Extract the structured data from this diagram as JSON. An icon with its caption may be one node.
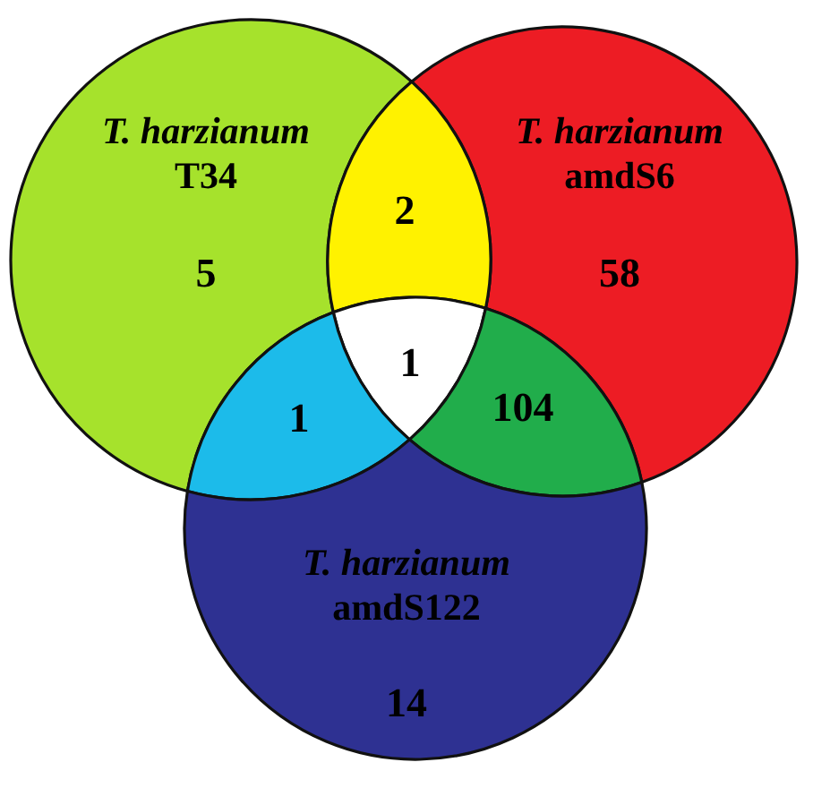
{
  "diagram": {
    "nodes": [
      {
        "text": [
          "*T. harzianum* T34",
          "5"
        ]
      },
      {
        "text": [
          "*T. harzianum* amdS6",
          "58"
        ]
      },
      {
        "text": [
          "2"
        ]
      },
      {
        "text": [
          "1"
        ]
      },
      {
        "text": [
          "1"
        ]
      },
      {
        "text": [
          "104"
        ]
      },
      {
        "text": [
          "*T. harzianum* amdS122",
          "14"
        ]
      }
    ]
  }
}
